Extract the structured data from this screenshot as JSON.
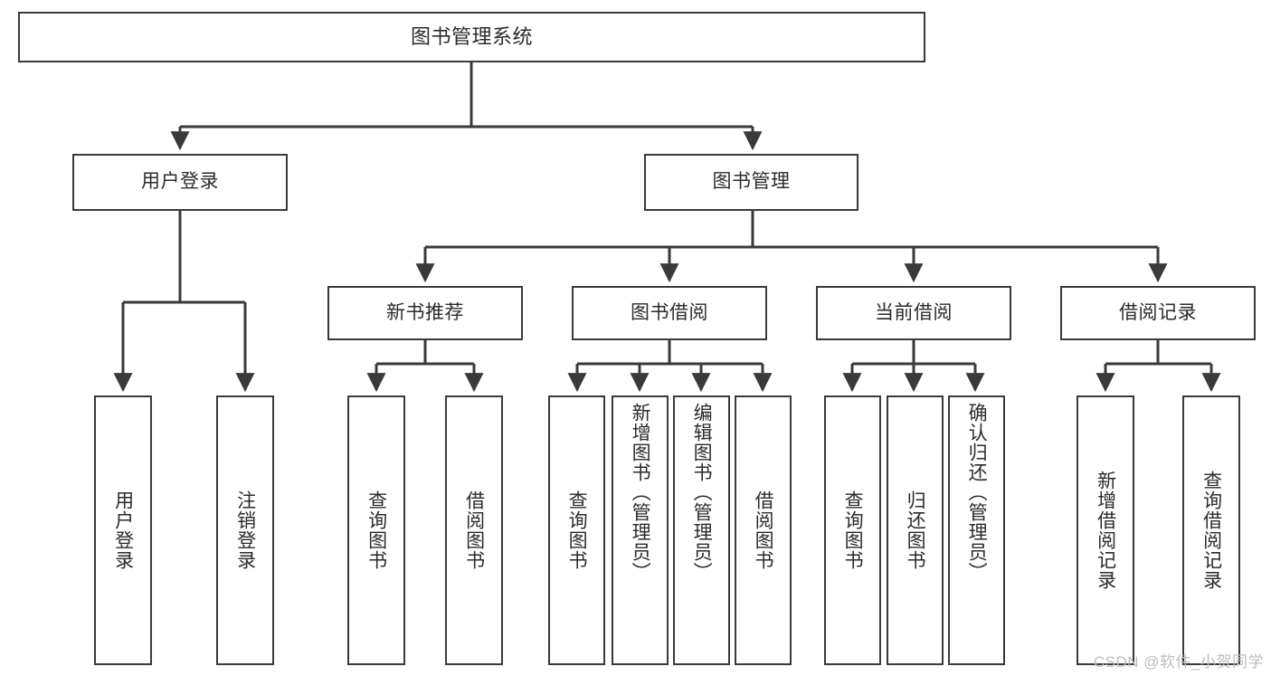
{
  "diagram": {
    "title": "图书管理系统",
    "type": "tree-hierarchy-chart",
    "line_color": "#3a3a3a",
    "box_fill": "#ffffff",
    "text_color": "#2b2b2b",
    "root": {
      "label": "图书管理系统"
    },
    "level2": [
      {
        "label": "用户登录"
      },
      {
        "label": "图书管理"
      }
    ],
    "level3": [
      {
        "label": "新书推荐"
      },
      {
        "label": "图书借阅"
      },
      {
        "label": "当前借阅"
      },
      {
        "label": "借阅记录"
      }
    ],
    "leaves": {
      "user_login": [
        {
          "label": "用户登录"
        },
        {
          "label": "注销登录"
        }
      ],
      "new_book_recommend": [
        {
          "label": "查询图书"
        },
        {
          "label": "借阅图书"
        }
      ],
      "book_borrow": [
        {
          "label": "查询图书"
        },
        {
          "label": "新增图书（管理员）"
        },
        {
          "label": "编辑图书（管理员）"
        },
        {
          "label": "借阅图书"
        }
      ],
      "current_borrow": [
        {
          "label": "查询图书"
        },
        {
          "label": "归还图书"
        },
        {
          "label": "确认归还（管理员）"
        }
      ],
      "borrow_record": [
        {
          "label": "新增借阅记录"
        },
        {
          "label": "查询借阅记录"
        }
      ]
    }
  },
  "watermark": {
    "text": "CSDN @软件_小贺同学",
    "color": "#bdbdbd"
  }
}
